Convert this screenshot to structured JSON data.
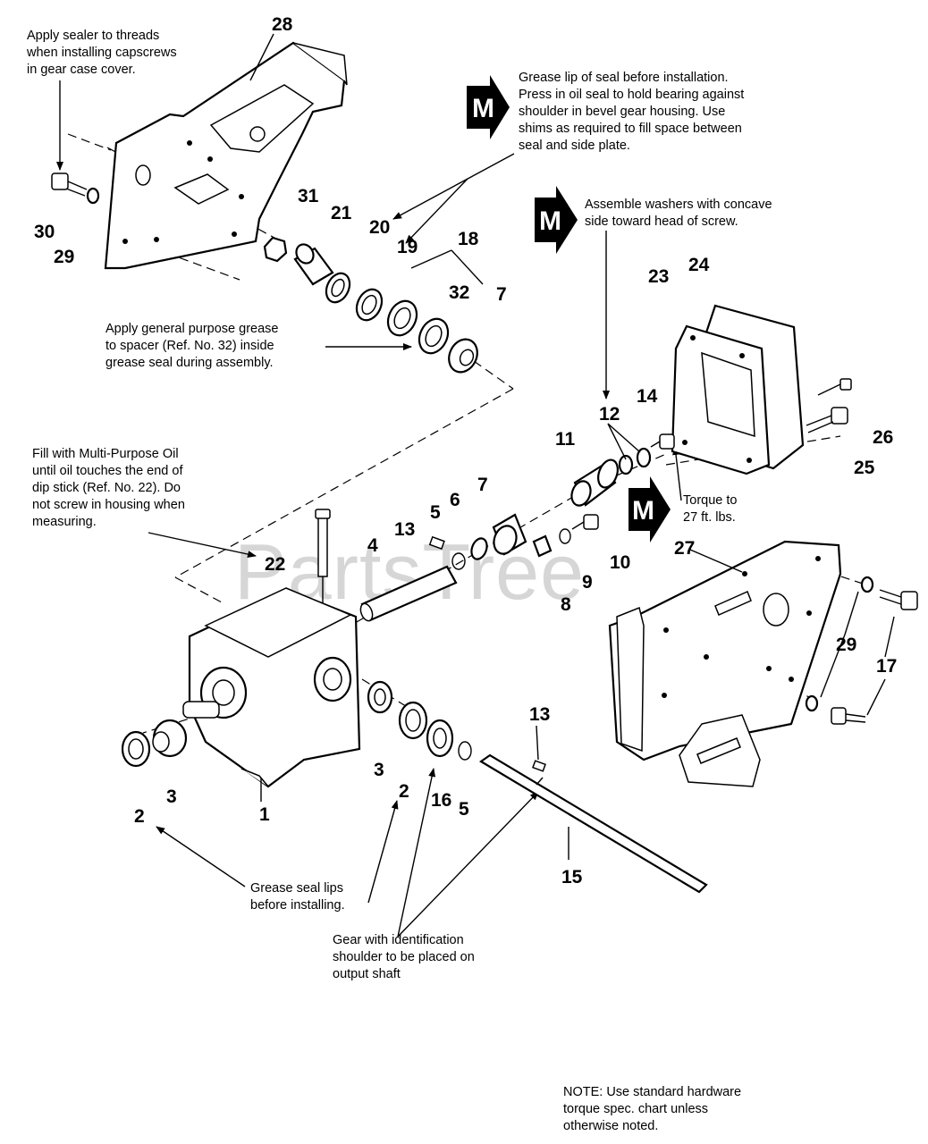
{
  "watermark": "PartsTree",
  "notes": {
    "sealer": [
      "Apply sealer to threads",
      "when installing capscrews",
      "in gear case cover."
    ],
    "grease_lip": [
      "Grease lip of seal before installation.",
      "Press in oil seal to hold bearing against",
      "shoulder in bevel gear housing. Use",
      "shims as required to fill space between",
      "seal and side plate."
    ],
    "washers": [
      "Assemble washers with concave",
      "side toward head of screw."
    ],
    "general_grease": [
      "Apply general purpose grease",
      "to spacer (Ref. No. 32) inside",
      "grease seal during assembly."
    ],
    "fill_oil": [
      "Fill with Multi-Purpose Oil",
      "until oil touches the end of",
      "dip stick (Ref. No. 22). Do",
      "not screw in housing when",
      "measuring."
    ],
    "torque": [
      "Torque to",
      "27 ft. lbs."
    ],
    "grease_seal_lips": [
      "Grease seal lips",
      "before installing."
    ],
    "gear_identification": [
      "Gear with identification",
      "shoulder to be placed on",
      "output shaft"
    ],
    "hardware_note": [
      "NOTE: Use standard hardware",
      "torque spec. chart unless",
      "otherwise noted."
    ]
  },
  "m_marker": "M",
  "callouts": {
    "c28": "28",
    "c30": "30",
    "c29a": "29",
    "c31": "31",
    "c21": "21",
    "c20": "20",
    "c19": "19",
    "c18": "18",
    "c32": "32",
    "c7a": "7",
    "c24": "24",
    "c23": "23",
    "c26": "26",
    "c25": "25",
    "c14": "14",
    "c12": "12",
    "c11": "11",
    "c7b": "7",
    "c6": "6",
    "c5a": "5",
    "c13a": "13",
    "c4": "4",
    "c22": "22",
    "c10": "10",
    "c9": "9",
    "c8": "8",
    "c27": "27",
    "c29b": "29",
    "c17": "17",
    "c3a": "3",
    "c2a": "2",
    "c1": "1",
    "c3b": "3",
    "c2b": "2",
    "c16": "16",
    "c5b": "5",
    "c13b": "13",
    "c15": "15"
  }
}
